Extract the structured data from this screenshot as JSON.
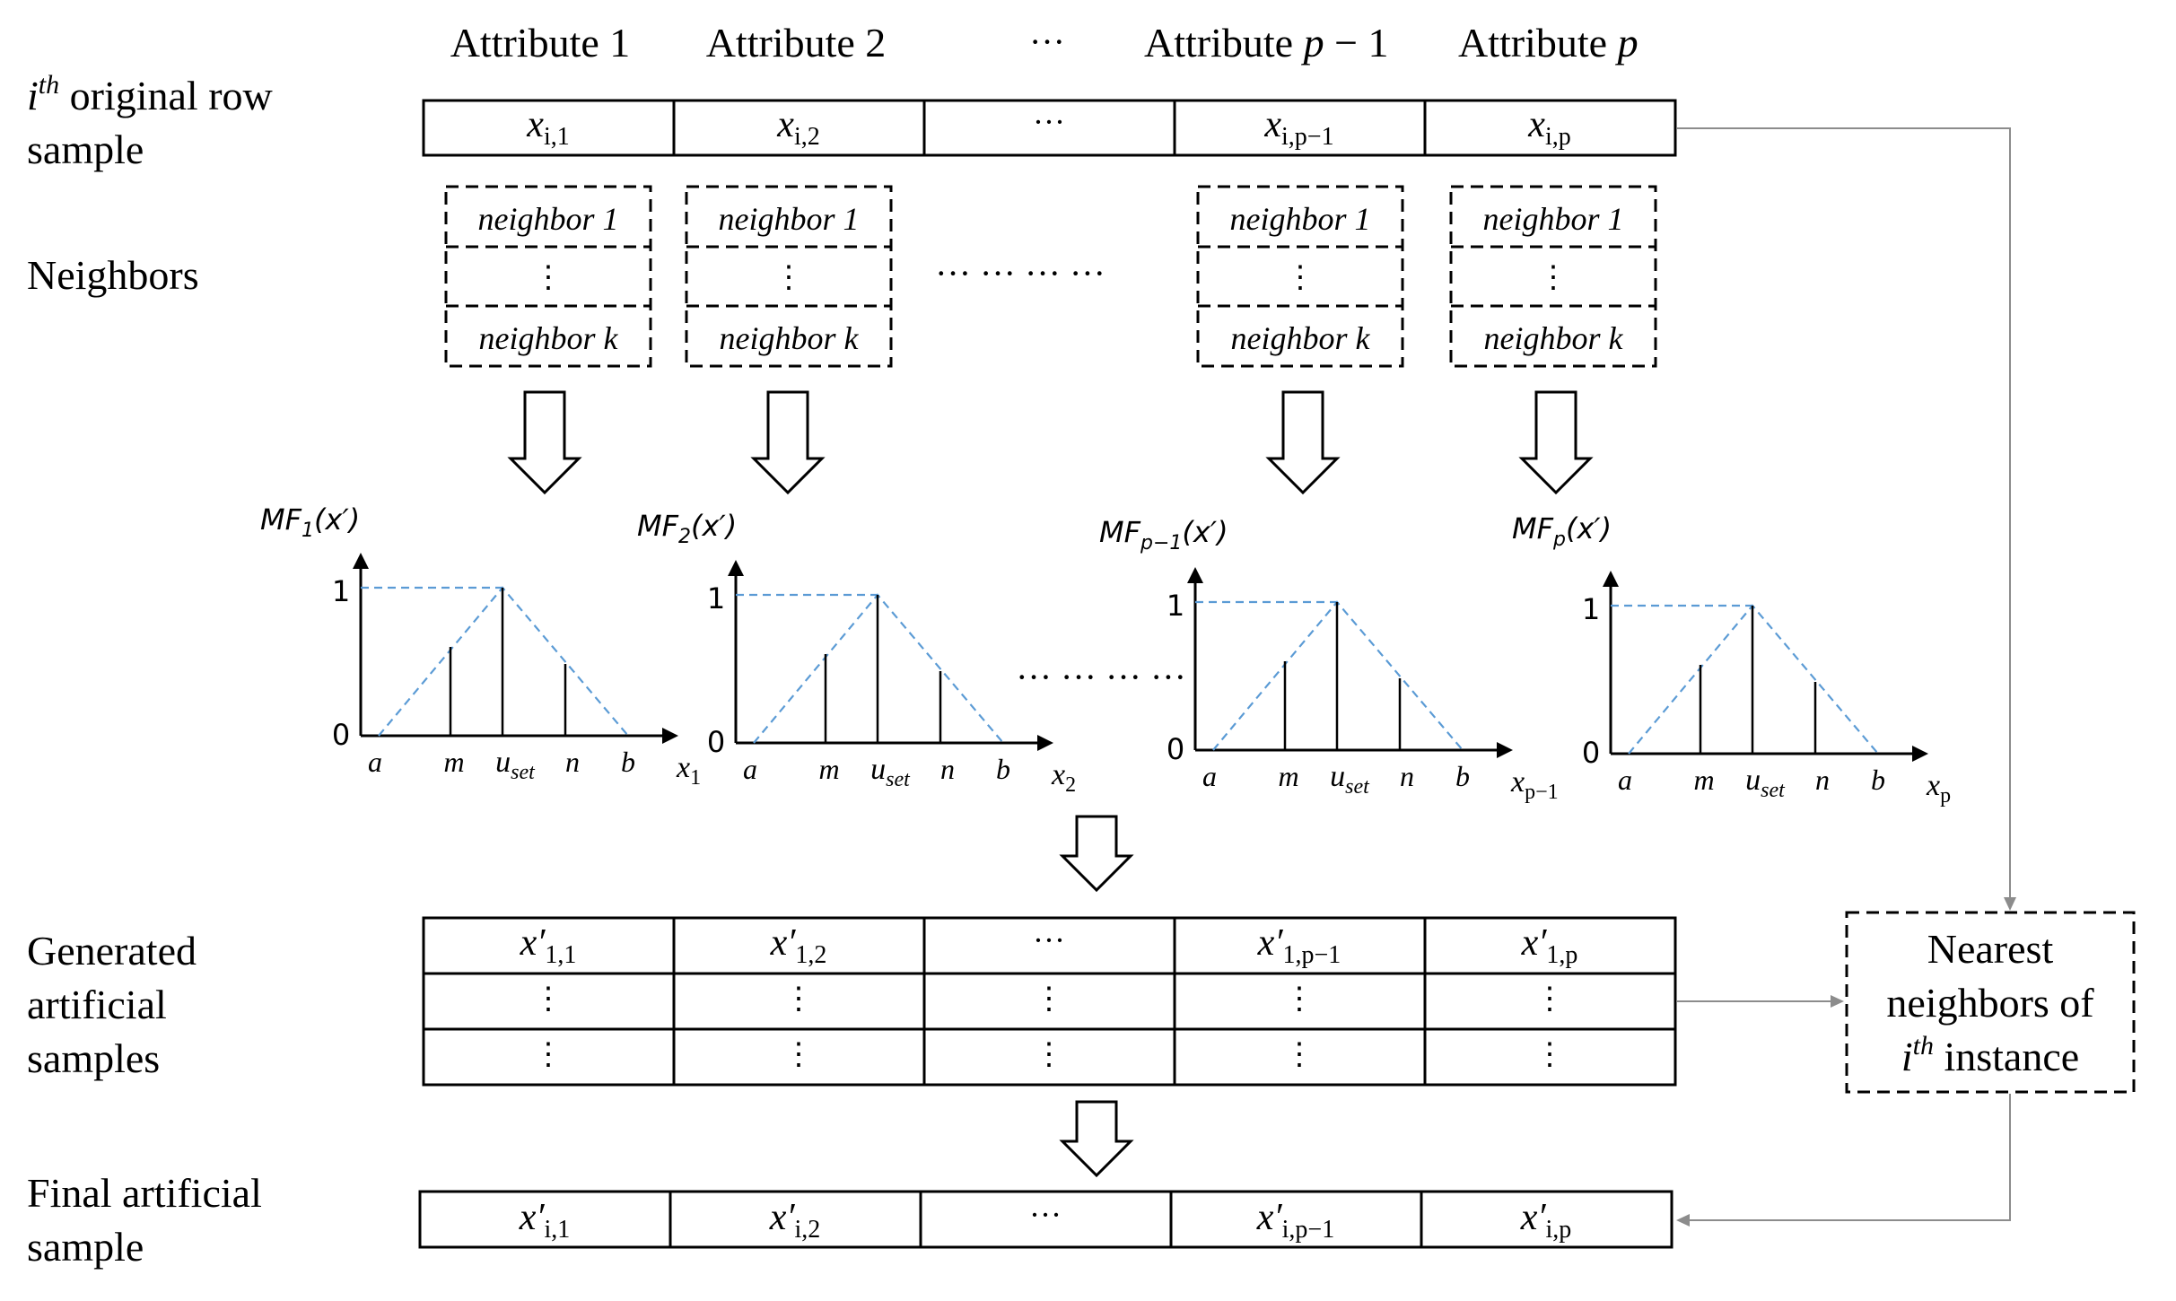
{
  "attributes": {
    "attr1": "Attribute 1",
    "attr2": "Attribute 2",
    "dots": "···",
    "attr_pm1": "Attribute",
    "attr_pm1_var": "p",
    "attr_pm1_tail": " − 1",
    "attr_p": "Attribute",
    "attr_p_var": "p"
  },
  "row_labels": {
    "original_sup": "th",
    "original_base": "i",
    "original_line1": " original row",
    "original_line2": "sample",
    "neighbors": "Neighbors",
    "generated_line1": "Generated",
    "generated_line2": "artificial",
    "generated_line3": "samples",
    "final_line1": "Final artificial",
    "final_line2": "sample"
  },
  "original_row": {
    "cells": [
      {
        "base": "x",
        "sub": "i,1"
      },
      {
        "base": "x",
        "sub": "i,2"
      },
      {
        "text": "···"
      },
      {
        "base": "x",
        "sub": "i,p−1"
      },
      {
        "base": "x",
        "sub": "i,p"
      }
    ]
  },
  "neighbor_boxes": {
    "first": "neighbor 1",
    "vdots": "⋮",
    "last": "neighbor k",
    "between": "··· ··· ··· ···"
  },
  "mf_charts": [
    {
      "ylabel_base": "MF",
      "ylabel_sub": "1",
      "ylabel_tail": "(x′)",
      "xlabel_base": "x",
      "xlabel_sub": "1"
    },
    {
      "ylabel_base": "MF",
      "ylabel_sub": "2",
      "ylabel_tail": "(x′)",
      "xlabel_base": "x",
      "xlabel_sub": "2"
    },
    {
      "ylabel_base": "MF",
      "ylabel_sub": "p−1",
      "ylabel_tail": "(x′)",
      "xlabel_base": "x",
      "xlabel_sub": "p−1"
    },
    {
      "ylabel_base": "MF",
      "ylabel_sub": "p",
      "ylabel_tail": "(x′)",
      "xlabel_base": "x",
      "xlabel_sub": "p"
    }
  ],
  "mf_ticks": {
    "y_one": "1",
    "y_zero": "0",
    "a": "a",
    "m": "m",
    "u_base": "u",
    "u_sub": "set",
    "n": "n",
    "b": "b"
  },
  "charts_between": "··· ··· ··· ···",
  "generated_rows": {
    "header": [
      {
        "base": "x′",
        "sub": "1,1"
      },
      {
        "base": "x′",
        "sub": "1,2"
      },
      {
        "text": "···"
      },
      {
        "base": "x′",
        "sub": "1,p−1"
      },
      {
        "base": "x′",
        "sub": "1,p"
      }
    ],
    "vdots": "⋮"
  },
  "final_row": {
    "cells": [
      {
        "base": "x′",
        "sub": "i,1"
      },
      {
        "base": "x′",
        "sub": "i,2"
      },
      {
        "text": "···"
      },
      {
        "base": "x′",
        "sub": "i,p−1"
      },
      {
        "base": "x′",
        "sub": "i,p"
      }
    ]
  },
  "nearest_box": {
    "line1": "Nearest",
    "line2": "neighbors of",
    "line3_base": "i",
    "line3_sup": "th",
    "line3_tail": " instance"
  },
  "colors": {
    "membership_dashed": "#5b9bd5",
    "connector": "#8c8c8c"
  }
}
